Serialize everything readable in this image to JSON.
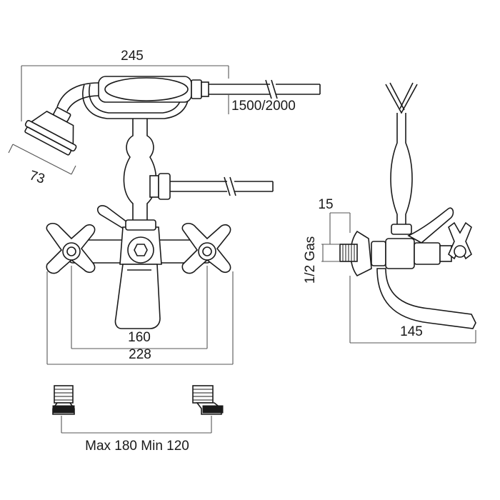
{
  "dimensions": {
    "overall_width": "245",
    "hose_length": "1500/2000",
    "shower_head": "73",
    "offset": "15",
    "thread": "1/2 Gas",
    "projection": "145",
    "handle_centers": "160",
    "body_width": "228",
    "connector_range": "Max 180 Min 120"
  },
  "colors": {
    "line": "#1a1a1a",
    "dimension_line": "#555555",
    "background": "#ffffff"
  }
}
